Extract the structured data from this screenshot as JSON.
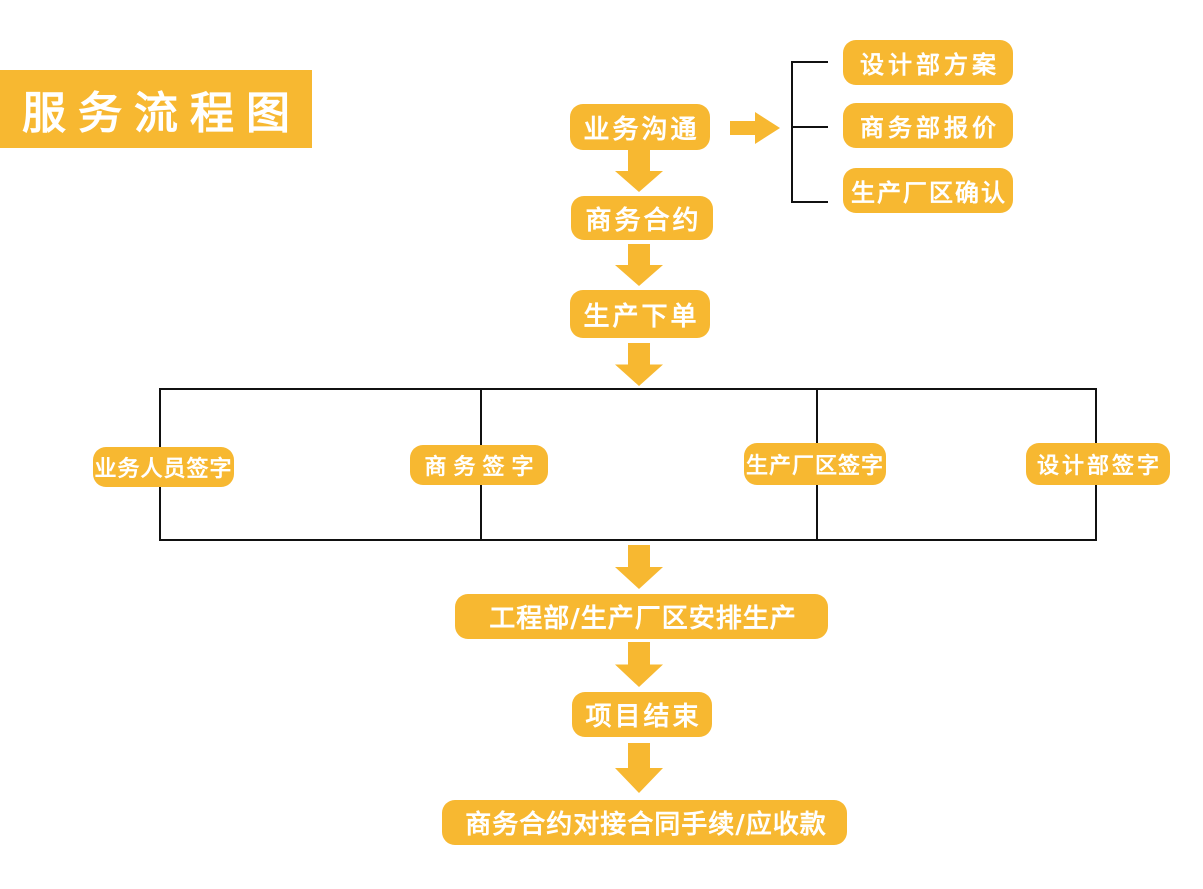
{
  "title": "服务流程图",
  "colors": {
    "accent": "#F7B831",
    "on_accent": "#FFFFFF",
    "line": "#111111"
  },
  "flow": {
    "main": [
      {
        "label": "业务沟通"
      },
      {
        "label": "商务合约"
      },
      {
        "label": "生产下单"
      },
      {
        "label": "工程部/生产厂区安排生产"
      },
      {
        "label": "项目结束"
      },
      {
        "label": "商务合约对接合同手续/应收款"
      }
    ],
    "branch": [
      {
        "label": "设计部方案"
      },
      {
        "label": "商务部报价"
      },
      {
        "label": "生产厂区确认"
      }
    ],
    "signatures": [
      {
        "label": "业务人员签字"
      },
      {
        "label": "商务签字"
      },
      {
        "label": "生产厂区签字"
      },
      {
        "label": "设计部签字"
      }
    ]
  }
}
